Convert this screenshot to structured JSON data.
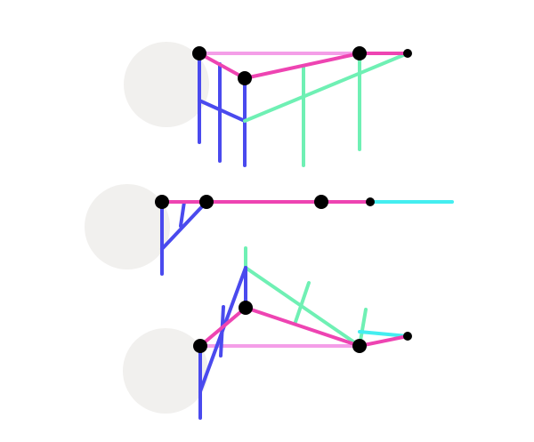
{
  "colors": {
    "background": "#ffffff",
    "circle_fill": "#f1f0ee",
    "magenta": "#ee44b2",
    "light_pink": "#f49ee8",
    "blue": "#4a4aee",
    "mint": "#6ff0b4",
    "cyan": "#44eef0",
    "node": "#000000"
  },
  "diagrams": [
    {
      "name": "diagram-top"
    },
    {
      "name": "diagram-middle"
    },
    {
      "name": "diagram-bottom"
    }
  ]
}
